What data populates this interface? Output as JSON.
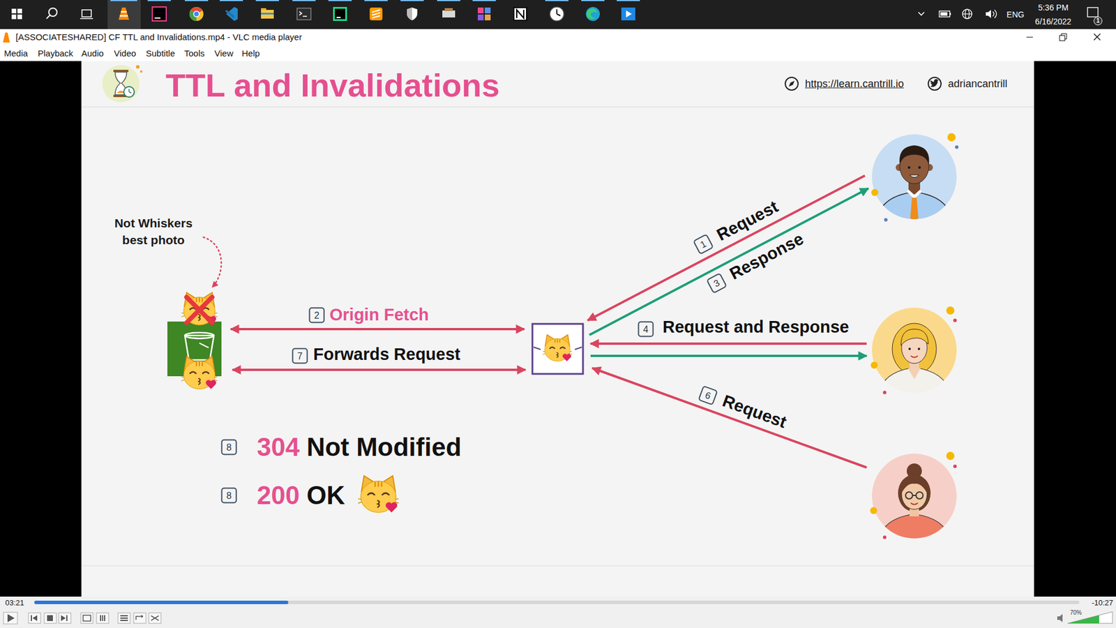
{
  "diagram": {
    "title": "TTL and Invalidations",
    "nodes": [
      {
        "text": [
          "1"
        ]
      },
      {
        "text": [
          "3"
        ]
      },
      {
        "text": [
          "2"
        ]
      },
      {
        "text": [
          "4"
        ]
      },
      {
        "text": [
          "7"
        ]
      },
      {
        "text": [
          "6"
        ]
      },
      {
        "text": [
          "8"
        ]
      },
      {
        "text": [
          "8"
        ]
      }
    ],
    "labels": [
      "5:36 PM",
      "6/16/2022",
      "ENG",
      "1",
      "[ASSOCIATESHARED] CF TTL and Invalidations.mp4 - VLC media player",
      "Media",
      "Playback",
      "Audio",
      "Video",
      "Subtitle",
      "Tools",
      "View",
      "Help",
      "https://learn.cantrill.io",
      "adriancantrill",
      "Not Whiskers best photo",
      "Request",
      "Response",
      "Origin Fetch",
      "Request and Response",
      "Forwards Request",
      "Request",
      "304",
      "Not Modified",
      "200",
      "OK",
      "03:21",
      "-10:27",
      "70%"
    ]
  }
}
